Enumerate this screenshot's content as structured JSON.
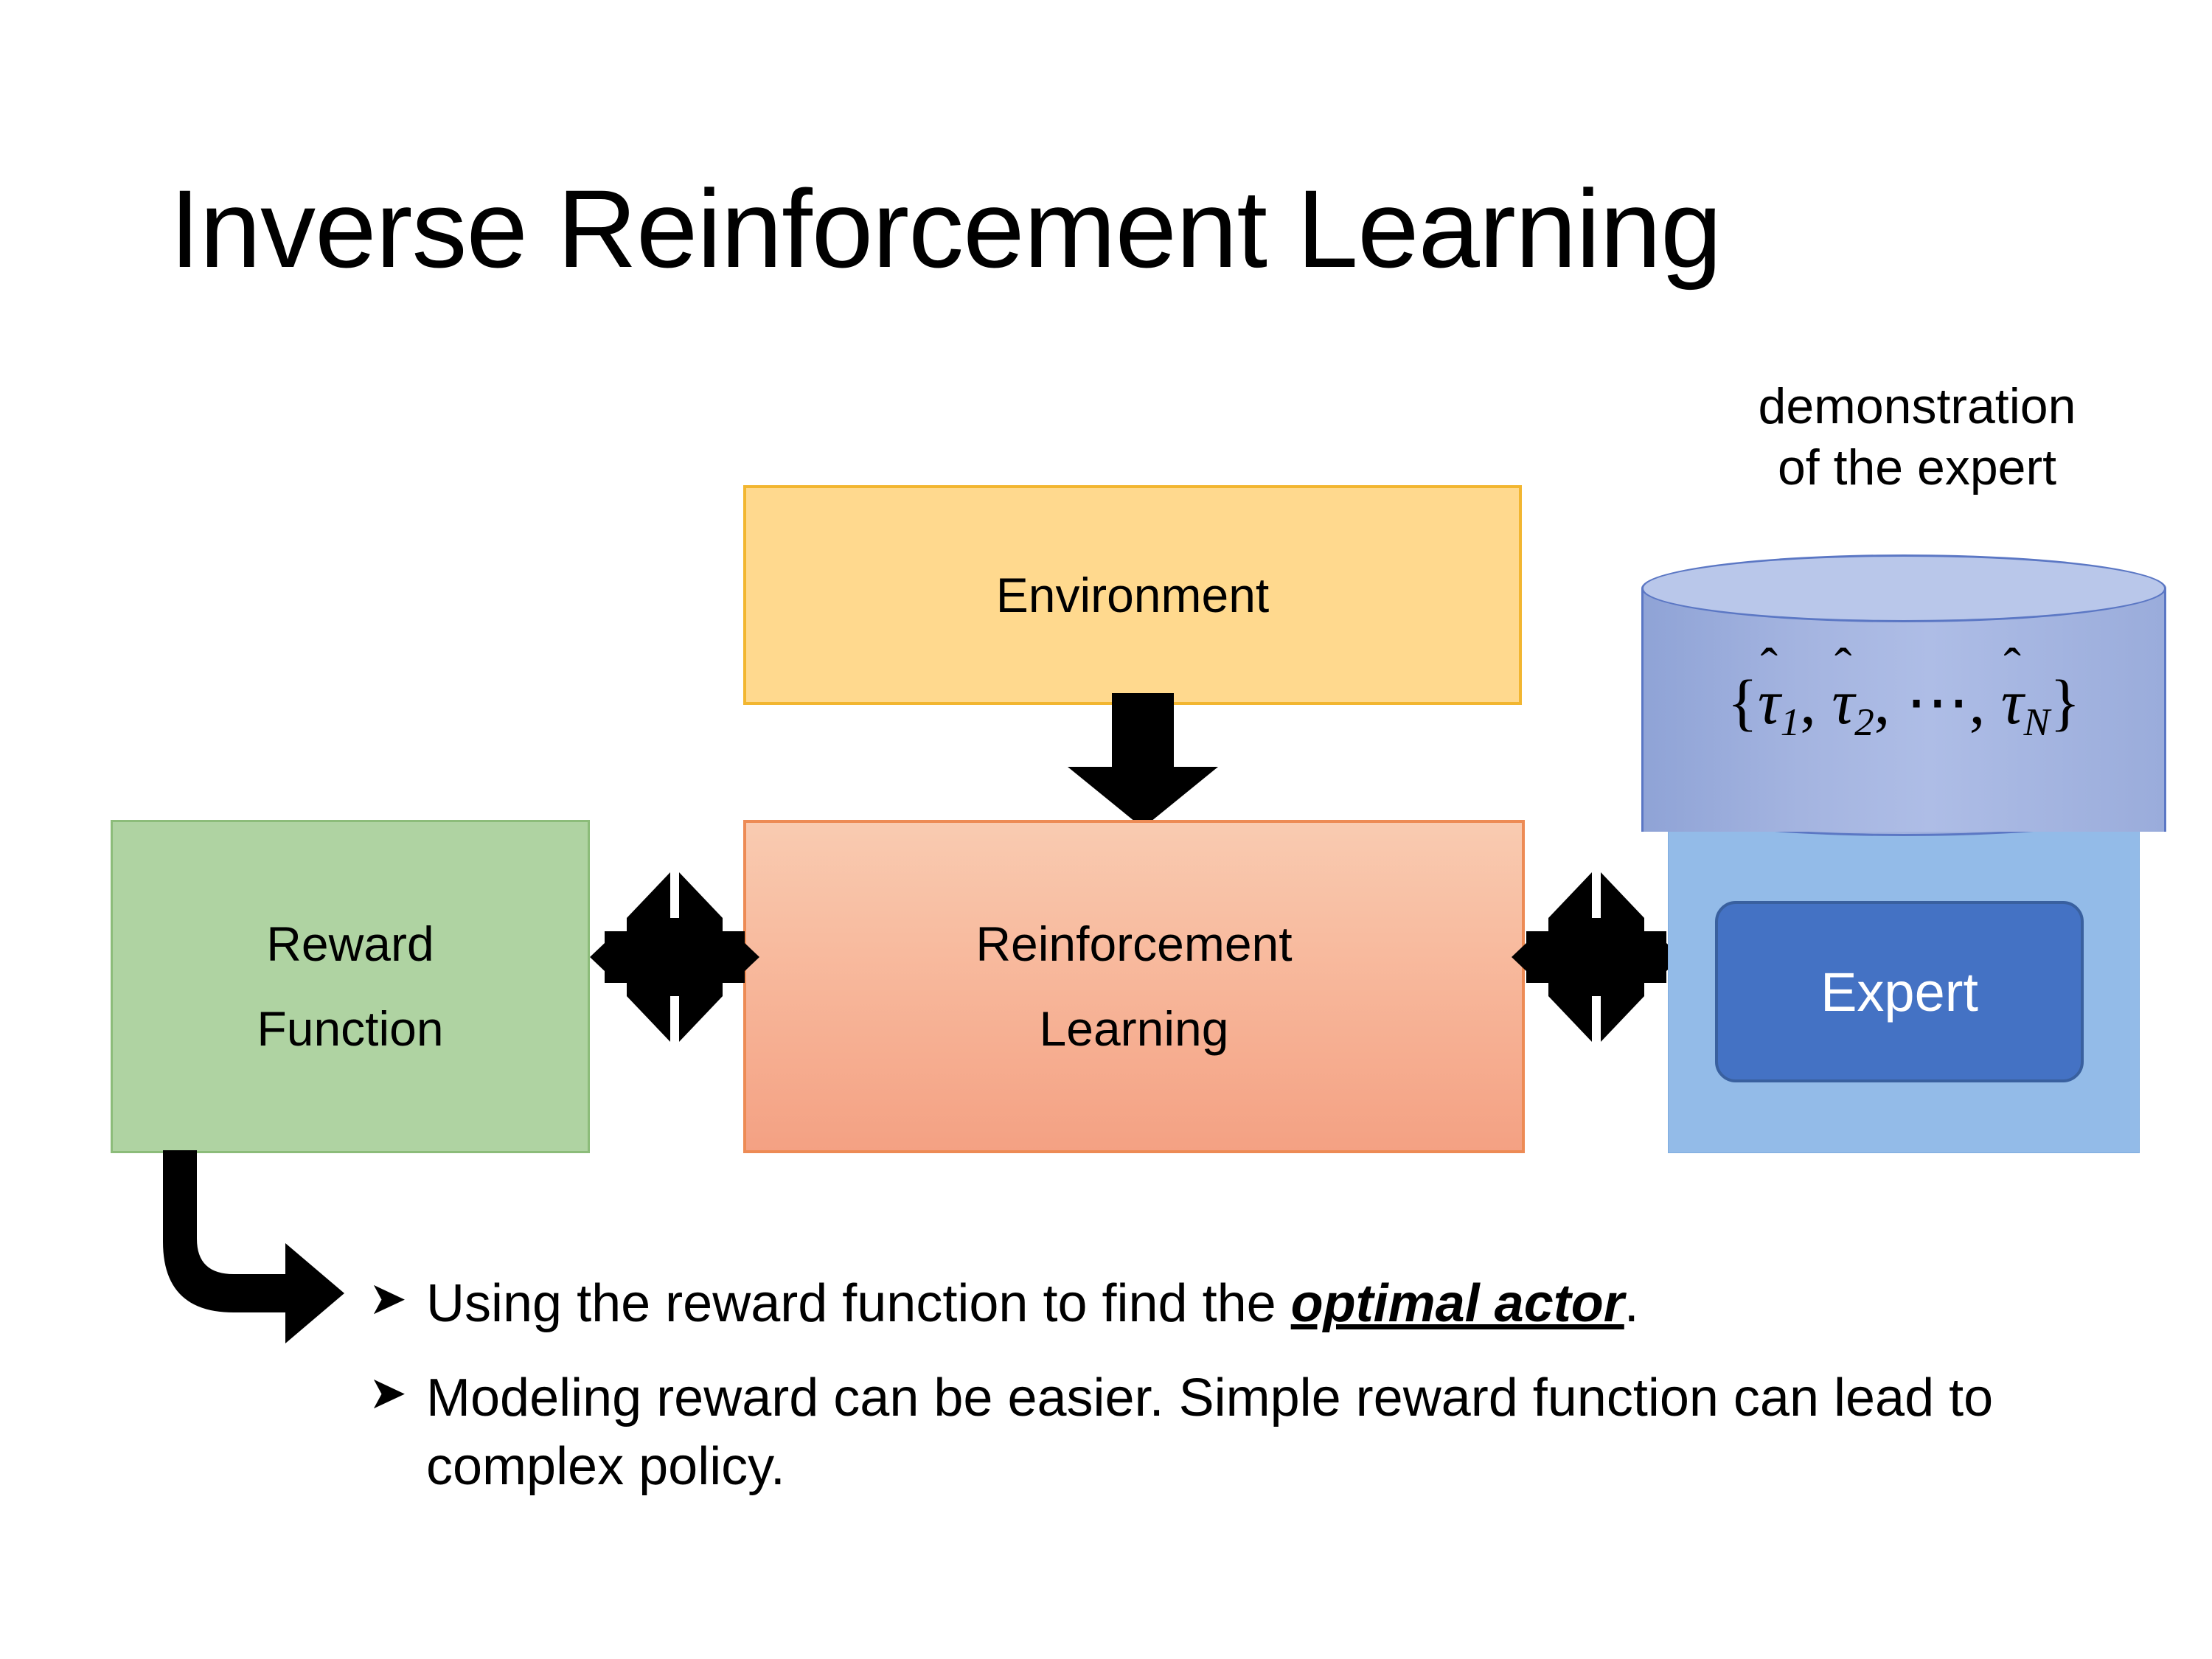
{
  "slide": {
    "title": "Inverse Reinforcement Learning",
    "background": "#FFFFFF"
  },
  "diagram": {
    "environment": {
      "label": "Environment",
      "fill": "#FFD98E",
      "border": "#F2B630"
    },
    "reinforcement_learning": {
      "label_line1": "Reinforcement",
      "label_line2": "Learning",
      "fill_top": "#F9CBB1",
      "fill_bottom": "#F4A183",
      "border": "#ED8B55"
    },
    "reward_function": {
      "label_line1": "Reward",
      "label_line2": "Function",
      "fill": "#AFD3A2",
      "border": "#8CBC7A"
    },
    "expert_group": {
      "caption_line1": "demonstration",
      "caption_line2": "of the expert",
      "panel_fill": "#93BBE8",
      "cylinder": {
        "fill": "#A4B4E0",
        "top_fill": "#B9C7EA",
        "border": "#5B77C4",
        "formula_open": "{",
        "formula_tau": "τ",
        "formula_hat": "̂",
        "formula_sub1": "1",
        "formula_sub2": "2",
        "formula_ellipsis": "⋯",
        "formula_subN": "N",
        "formula_comma": ",",
        "formula_close": "}",
        "formula_plain": "{τ̂1, τ̂2, ⋯, τ̂N}"
      },
      "expert_box": {
        "label": "Expert",
        "fill": "#4472C4",
        "border": "#39609F",
        "text_color": "#FFFFFF"
      }
    },
    "arrows": {
      "env_to_rl": "down-arrow",
      "reward_rl": "quad-arrow",
      "rl_expert": "quad-arrow",
      "reward_to_bullet": "elbow-arrow",
      "color": "#000000"
    }
  },
  "bullets": [
    {
      "marker": "➤",
      "text_before": "Using the reward function to find the ",
      "emphasis": "optimal actor",
      "text_after": "."
    },
    {
      "marker": "➤",
      "text_before": "Modeling reward can be easier. Simple reward function can lead to complex policy.",
      "emphasis": "",
      "text_after": ""
    }
  ]
}
